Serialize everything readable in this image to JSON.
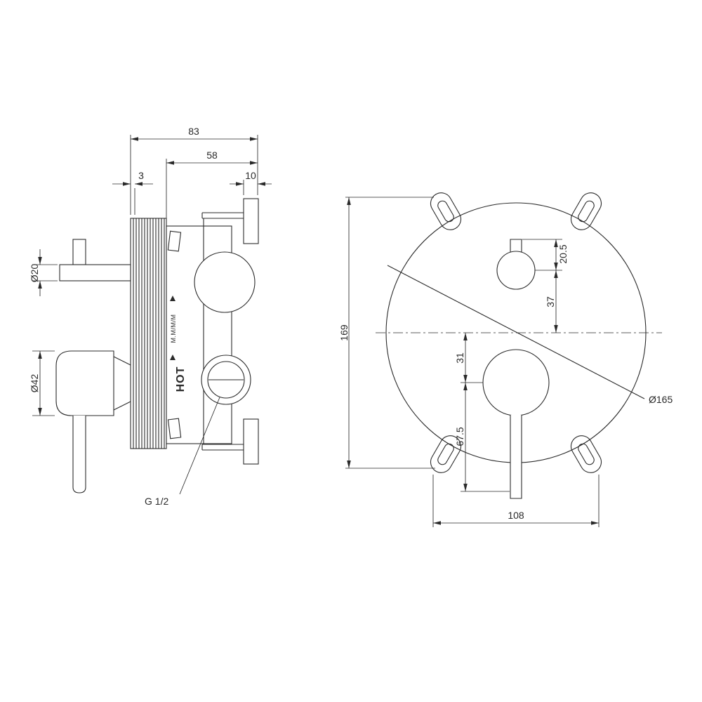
{
  "colors": {
    "line": "#2a2a2a",
    "background": "#ffffff"
  },
  "side_view": {
    "dims": {
      "overall_depth": "83",
      "body_depth": "58",
      "plate_gap": "3",
      "flange_depth": "10",
      "inlet_diameter": "Ø20",
      "handle_diameter": "Ø42"
    },
    "labels": {
      "outlet_thread": "G 1/2",
      "hot_marking": "HOT",
      "mixer_marking": "M.M/M/M"
    }
  },
  "front_view": {
    "dims": {
      "overall_height": "169",
      "ear_spacing": "108",
      "stem_offset": "20.5",
      "knob_offset_top": "37",
      "knob_offset_bottom": "31",
      "handle_reach": "67.5",
      "plate_diameter": "Ø165"
    }
  }
}
